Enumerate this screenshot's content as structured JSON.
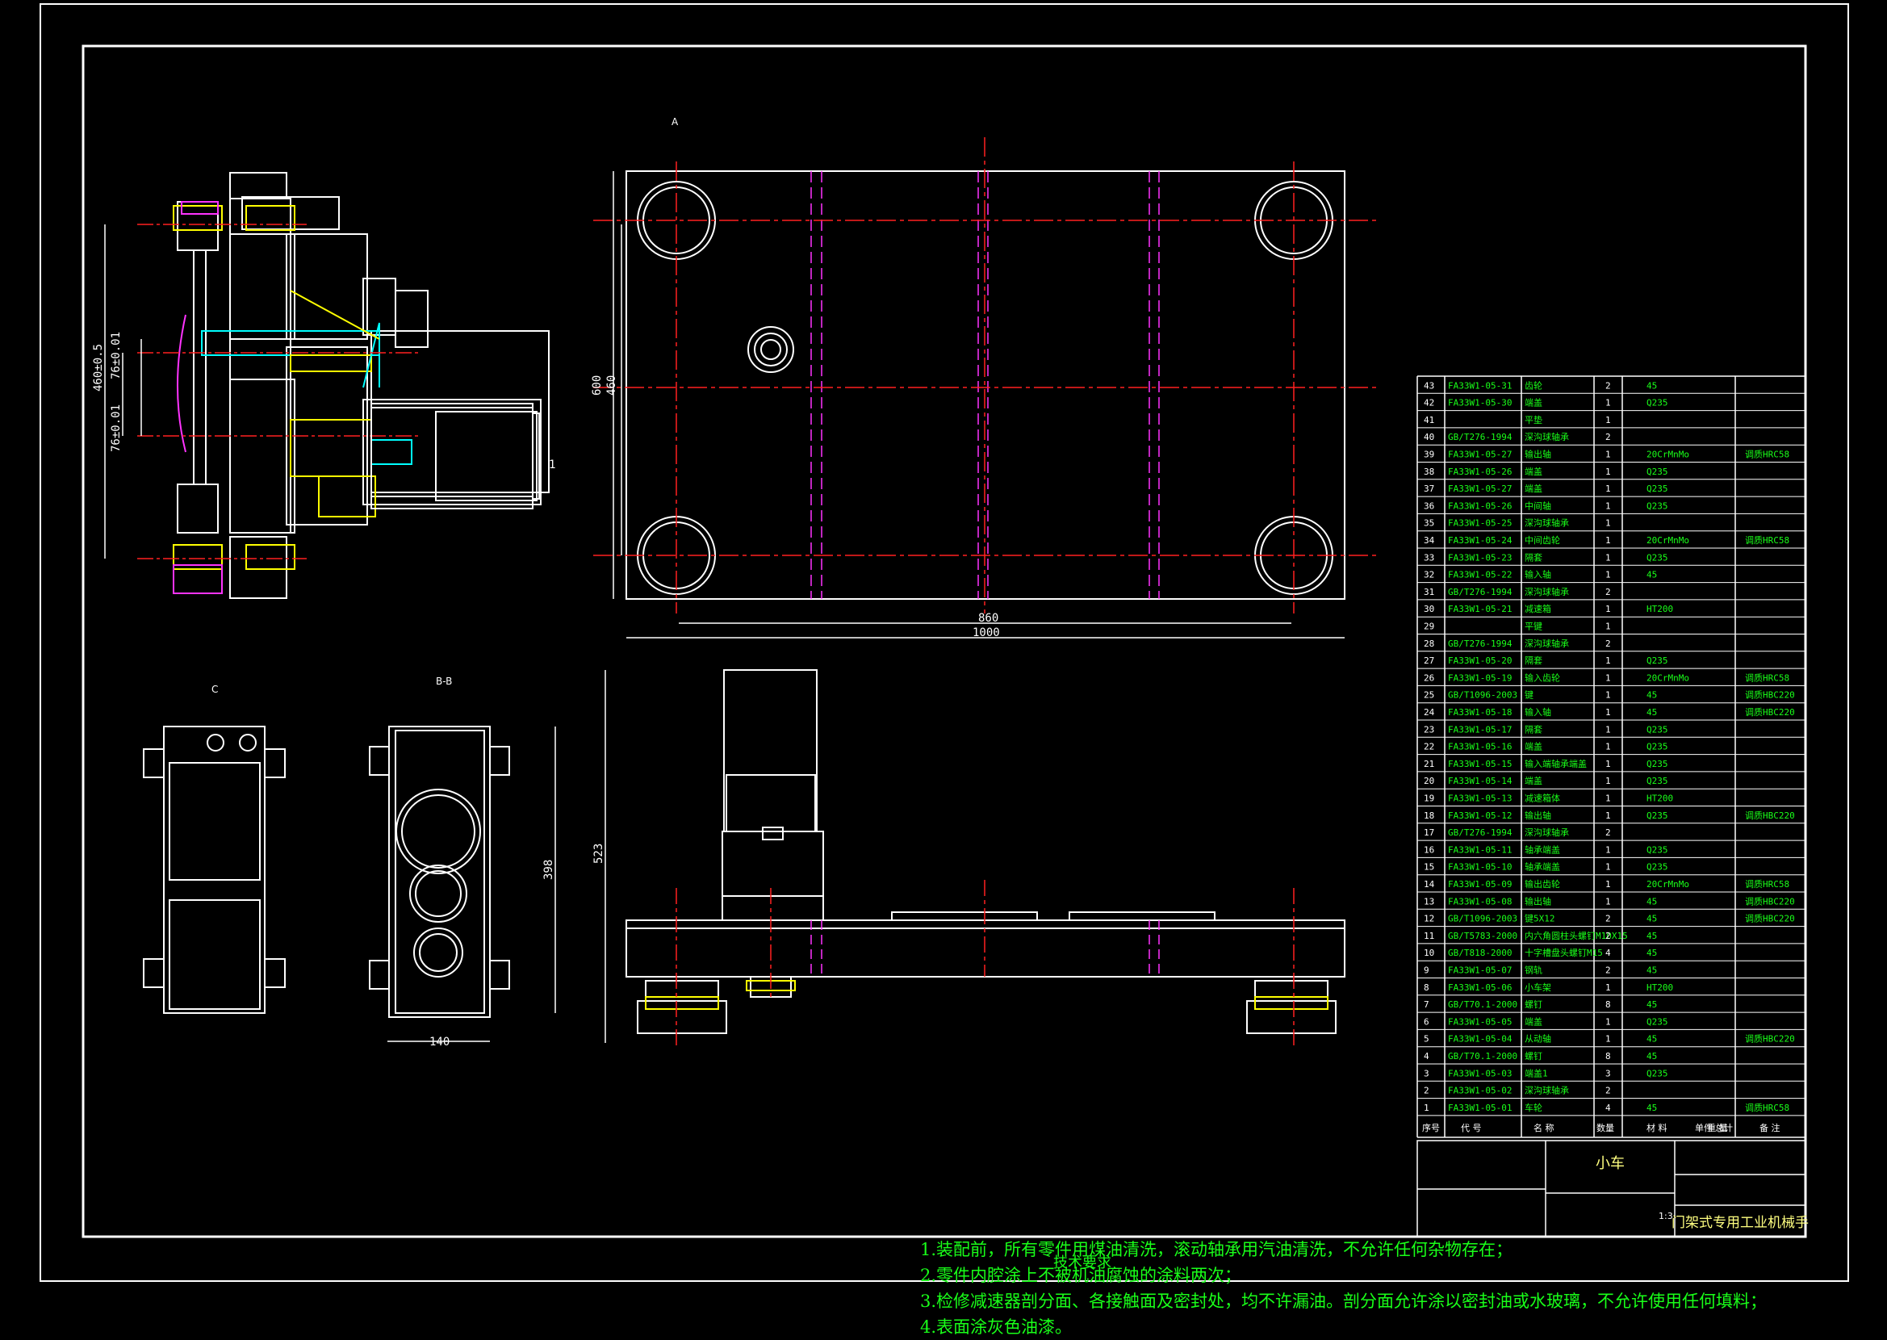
{
  "title_block": {
    "part_name": "小车",
    "drawing_title": "门架式专用工业机械手",
    "scale": "1:3",
    "header": [
      "序号",
      "代 号",
      "名 称",
      "数量",
      "材 料",
      "单件",
      "总计",
      "重 量",
      "备 注"
    ]
  },
  "dimensions": {
    "plan_length": "1000",
    "plan_inner": "860",
    "plan_height": "600",
    "plan_inner_height": "460",
    "side_width": "140",
    "side_height": "398",
    "front_height": "523",
    "left_total": "460±0.5",
    "left_a": "76±0.01",
    "left_b": "76±0.01"
  },
  "view_labels": {
    "top": "A",
    "bottom_left": "C",
    "bottom_mid": "B-B",
    "right": "1"
  },
  "bom": [
    {
      "no": "43",
      "code": "FA33W1-05-31",
      "name": "齿轮",
      "qty": "2",
      "mat": "45",
      "note": ""
    },
    {
      "no": "42",
      "code": "FA33W1-05-30",
      "name": "端盖",
      "qty": "1",
      "mat": "Q235",
      "note": ""
    },
    {
      "no": "41",
      "code": "",
      "name": "平垫",
      "qty": "1",
      "mat": "",
      "note": ""
    },
    {
      "no": "40",
      "code": "GB/T276-1994",
      "name": "深沟球轴承",
      "qty": "2",
      "mat": "",
      "note": ""
    },
    {
      "no": "39",
      "code": "FA33W1-05-27",
      "name": "输出轴",
      "qty": "1",
      "mat": "20CrMnMo",
      "note": "调质HRC58"
    },
    {
      "no": "38",
      "code": "FA33W1-05-26",
      "name": "端盖",
      "qty": "1",
      "mat": "Q235",
      "note": ""
    },
    {
      "no": "37",
      "code": "FA33W1-05-27",
      "name": "端盖",
      "qty": "1",
      "mat": "Q235",
      "note": ""
    },
    {
      "no": "36",
      "code": "FA33W1-05-26",
      "name": "中间轴",
      "qty": "1",
      "mat": "Q235",
      "note": ""
    },
    {
      "no": "35",
      "code": "FA33W1-05-25",
      "name": "深沟球轴承",
      "qty": "1",
      "mat": "",
      "note": ""
    },
    {
      "no": "34",
      "code": "FA33W1-05-24",
      "name": "中间齿轮",
      "qty": "1",
      "mat": "20CrMnMo",
      "note": "调质HRC58"
    },
    {
      "no": "33",
      "code": "FA33W1-05-23",
      "name": "隔套",
      "qty": "1",
      "mat": "Q235",
      "note": ""
    },
    {
      "no": "32",
      "code": "FA33W1-05-22",
      "name": "输入轴",
      "qty": "1",
      "mat": "45",
      "note": ""
    },
    {
      "no": "31",
      "code": "GB/T276-1994",
      "name": "深沟球轴承",
      "qty": "2",
      "mat": "",
      "note": ""
    },
    {
      "no": "30",
      "code": "FA33W1-05-21",
      "name": "减速箱",
      "qty": "1",
      "mat": "HT200",
      "note": ""
    },
    {
      "no": "29",
      "code": "",
      "name": "平键",
      "qty": "1",
      "mat": "",
      "note": ""
    },
    {
      "no": "28",
      "code": "GB/T276-1994",
      "name": "深沟球轴承",
      "qty": "2",
      "mat": "",
      "note": ""
    },
    {
      "no": "27",
      "code": "FA33W1-05-20",
      "name": "隔套",
      "qty": "1",
      "mat": "Q235",
      "note": ""
    },
    {
      "no": "26",
      "code": "FA33W1-05-19",
      "name": "输入齿轮",
      "qty": "1",
      "mat": "20CrMnMo",
      "note": "调质HRC58"
    },
    {
      "no": "25",
      "code": "GB/T1096-2003",
      "name": "键",
      "qty": "1",
      "mat": "45",
      "note": "调质HBC220"
    },
    {
      "no": "24",
      "code": "FA33W1-05-18",
      "name": "输入轴",
      "qty": "1",
      "mat": "45",
      "note": "调质HBC220"
    },
    {
      "no": "23",
      "code": "FA33W1-05-17",
      "name": "隔套",
      "qty": "1",
      "mat": "Q235",
      "note": ""
    },
    {
      "no": "22",
      "code": "FA33W1-05-16",
      "name": "端盖",
      "qty": "1",
      "mat": "Q235",
      "note": ""
    },
    {
      "no": "21",
      "code": "FA33W1-05-15",
      "name": "输入端轴承端盖",
      "qty": "1",
      "mat": "Q235",
      "note": ""
    },
    {
      "no": "20",
      "code": "FA33W1-05-14",
      "name": "端盖",
      "qty": "1",
      "mat": "Q235",
      "note": ""
    },
    {
      "no": "19",
      "code": "FA33W1-05-13",
      "name": "减速箱体",
      "qty": "1",
      "mat": "HT200",
      "note": ""
    },
    {
      "no": "18",
      "code": "FA33W1-05-12",
      "name": "输出轴",
      "qty": "1",
      "mat": "Q235",
      "note": "调质HBC220"
    },
    {
      "no": "17",
      "code": "GB/T276-1994",
      "name": "深沟球轴承",
      "qty": "2",
      "mat": "",
      "note": ""
    },
    {
      "no": "16",
      "code": "FA33W1-05-11",
      "name": "轴承端盖",
      "qty": "1",
      "mat": "Q235",
      "note": ""
    },
    {
      "no": "15",
      "code": "FA33W1-05-10",
      "name": "轴承端盖",
      "qty": "1",
      "mat": "Q235",
      "note": ""
    },
    {
      "no": "14",
      "code": "FA33W1-05-09",
      "name": "输出齿轮",
      "qty": "1",
      "mat": "20CrMnMo",
      "note": "调质HRC58"
    },
    {
      "no": "13",
      "code": "FA33W1-05-08",
      "name": "输出轴",
      "qty": "1",
      "mat": "45",
      "note": "调质HBC220"
    },
    {
      "no": "12",
      "code": "GB/T1096-2003",
      "name": "键5X12",
      "qty": "2",
      "mat": "45",
      "note": "调质HBC220"
    },
    {
      "no": "11",
      "code": "GB/T5783-2000",
      "name": "内六角圆柱头螺钉M10X15",
      "qty": "2",
      "mat": "45",
      "note": ""
    },
    {
      "no": "10",
      "code": "GB/T818-2000",
      "name": "十字槽盘头螺钉M15",
      "qty": "4",
      "mat": "45",
      "note": ""
    },
    {
      "no": "9",
      "code": "FA33W1-05-07",
      "name": "钢轨",
      "qty": "2",
      "mat": "45",
      "note": ""
    },
    {
      "no": "8",
      "code": "FA33W1-05-06",
      "name": "小车架",
      "qty": "1",
      "mat": "HT200",
      "note": ""
    },
    {
      "no": "7",
      "code": "GB/T70.1-2000",
      "name": "螺钉",
      "qty": "8",
      "mat": "45",
      "note": ""
    },
    {
      "no": "6",
      "code": "FA33W1-05-05",
      "name": "端盖",
      "qty": "1",
      "mat": "Q235",
      "note": ""
    },
    {
      "no": "5",
      "code": "FA33W1-05-04",
      "name": "从动轴",
      "qty": "1",
      "mat": "45",
      "note": "调质HBC220"
    },
    {
      "no": "4",
      "code": "GB/T70.1-2000",
      "name": "螺钉",
      "qty": "8",
      "mat": "45",
      "note": ""
    },
    {
      "no": "3",
      "code": "FA33W1-05-03",
      "name": "端盖1",
      "qty": "3",
      "mat": "Q235",
      "note": ""
    },
    {
      "no": "2",
      "code": "FA33W1-05-02",
      "name": "深沟球轴承",
      "qty": "2",
      "mat": "",
      "note": ""
    },
    {
      "no": "1",
      "code": "FA33W1-05-01",
      "name": "车轮",
      "qty": "4",
      "mat": "45",
      "note": "调质HRC58"
    }
  ],
  "notes": {
    "heading": "技术要求",
    "lines": [
      "1.装配前，所有零件用煤油清洗，滚动轴承用汽油清洗，不允许任何杂物存在；",
      "2.零件内腔涂上不被机油腐蚀的涂料两次；",
      "3.检修减速器剖分面、各接触面及密封处，均不许漏油。剖分面允许涂以密封油或水玻璃，不允许使用任何填料；",
      "4.表面涂灰色油漆。"
    ]
  },
  "colors": {
    "background": "#000000",
    "line": "#ffffff",
    "center": "#ff2020",
    "hidden": "#ff33ff",
    "accent": "#ffff00",
    "cyan": "#00ffff",
    "text": "#19ff19"
  }
}
